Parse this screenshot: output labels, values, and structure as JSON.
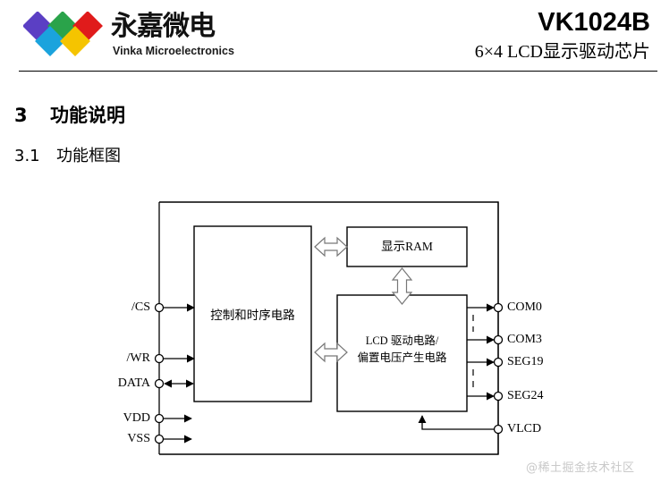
{
  "header": {
    "logo_cn": "永嘉微电",
    "logo_en": "Vinka Microelectronics",
    "part_number": "VK1024B",
    "part_subtitle": "6×4 LCD显示驱动芯片",
    "logo_colors": {
      "purple": "#5b3fc4",
      "green": "#2aa34a",
      "red": "#e01b1b",
      "cyan": "#1ba3dd",
      "yellow": "#f5c400"
    }
  },
  "sections": {
    "h1_number": "3",
    "h1_title": "功能说明",
    "h2_number": "3.1",
    "h2_title": "功能框图"
  },
  "diagram": {
    "blocks": {
      "control": "控制和时序电路",
      "ram": "显示RAM",
      "driver_line1": "LCD 驱动电路/",
      "driver_line2": "偏置电压产生电路"
    },
    "left_pins": [
      {
        "label": "/CS",
        "direction": "in"
      },
      {
        "label": "/WR",
        "direction": "in"
      },
      {
        "label": "DATA",
        "direction": "bidirectional"
      },
      {
        "label": "VDD",
        "direction": "in"
      },
      {
        "label": "VSS",
        "direction": "in"
      }
    ],
    "right_pins": [
      {
        "label": "COM0",
        "direction": "out"
      },
      {
        "label": "COM3",
        "direction": "out"
      },
      {
        "label": "SEG19",
        "direction": "out"
      },
      {
        "label": "SEG24",
        "direction": "out"
      },
      {
        "label": "VLCD",
        "direction": "in"
      }
    ],
    "connectors": [
      {
        "name": "control-to-ram",
        "type": "double-arrow-horizontal"
      },
      {
        "name": "ram-to-driver",
        "type": "double-arrow-vertical"
      },
      {
        "name": "control-to-driver",
        "type": "double-arrow-horizontal"
      }
    ]
  },
  "watermark": "@稀土掘金技术社区"
}
